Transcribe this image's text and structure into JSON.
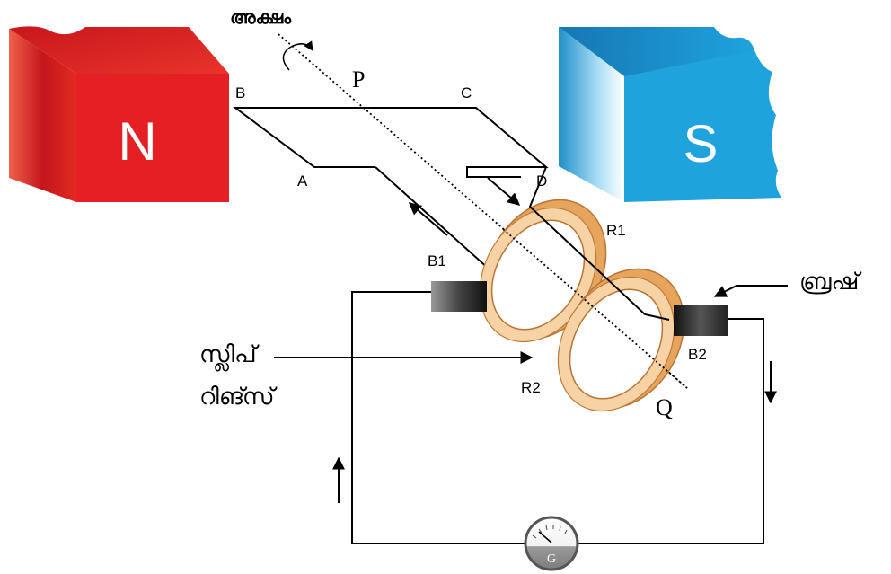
{
  "magnets": {
    "north": {
      "label": "N",
      "color": "#e51f24"
    },
    "south": {
      "label": "S",
      "color": "#1ea3dd"
    }
  },
  "coil_corners": {
    "a": "A",
    "b": "B",
    "c": "C",
    "d": "D"
  },
  "axis": {
    "label": "അക്ഷം",
    "end_p": "P",
    "end_q": "Q"
  },
  "rings": {
    "r1": "R1",
    "r2": "R2",
    "color": "#e6a45c"
  },
  "brushes": {
    "b1": "B1",
    "b2": "B2"
  },
  "callouts": {
    "brush": "ബ്രഷ്",
    "slip_ring_line1": "സ്ലിപ്",
    "slip_ring_line2": "റിങ്സ്"
  },
  "galvanometer": {
    "label": "G"
  }
}
